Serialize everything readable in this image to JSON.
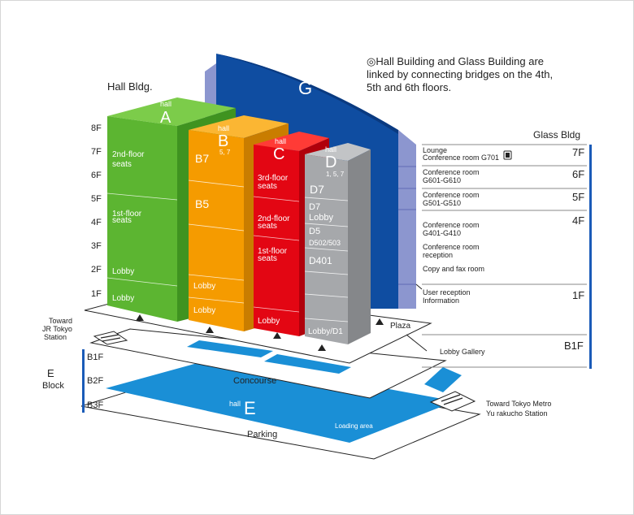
{
  "colors": {
    "hall_a": "#5cb531",
    "hall_b": "#f59b00",
    "hall_c": "#e30613",
    "hall_d": "#a6a8ab",
    "glass_g": "#0f4da1",
    "glass_side": "#8c96cf",
    "walkway": "#1a8fd6",
    "accent_bar": "#1a5bb8"
  },
  "note": {
    "line1": "◎Hall Building and Glass Building are",
    "line2": "linked by connecting bridges on the 4th,",
    "line3": "5th and 6th floors."
  },
  "hall_bldg_label": "Hall Bldg.",
  "floors": [
    "8F",
    "7F",
    "6F",
    "5F",
    "4F",
    "3F",
    "2F",
    "1F"
  ],
  "halls": {
    "a": {
      "small": "hall",
      "letter": "A",
      "seats2": [
        "2nd-floor",
        "seats"
      ],
      "seats1": [
        "1st-floor",
        "seats"
      ],
      "lobby2": "Lobby",
      "lobby1": "Lobby"
    },
    "b": {
      "small": "hall",
      "letter": "B",
      "floors": "5, 7",
      "b7": "B7",
      "b5": "B5",
      "lobby2": "Lobby",
      "lobby1": "Lobby"
    },
    "c": {
      "small": "hall",
      "letter": "C",
      "seats3": [
        "3rd-floor",
        "seats"
      ],
      "seats2": [
        "2nd-floor",
        "seats"
      ],
      "seats1": [
        "1st-floor",
        "seats"
      ],
      "lobby": "Lobby"
    },
    "d": {
      "small": "hall",
      "letter": "D",
      "floors": "1, 5, 7",
      "d7": "D7",
      "d7b": "D7",
      "lobby7": "Lobby",
      "d5": "D5",
      "d502": "D502/503",
      "d401": "D401",
      "lobbyd1": "Lobby/D1"
    }
  },
  "glass_letter": "G",
  "glass_bldg_title": "Glass Bldg",
  "glass_floors": [
    {
      "floor": "7F",
      "lines": [
        "Lounge",
        "Conference room G701"
      ]
    },
    {
      "floor": "6F",
      "lines": [
        "Conference room",
        "G601-G610"
      ]
    },
    {
      "floor": "5F",
      "lines": [
        "Conference room",
        "G501-G510"
      ]
    },
    {
      "floor": "4F",
      "lines": [
        "Conference room",
        "G401-G410",
        "Conference room",
        "reception",
        "Copy and fax room"
      ]
    },
    {
      "floor": "1F",
      "lines": [
        "User reception",
        "Information"
      ]
    },
    {
      "floor": "B1F",
      "lines": [
        "Lobby Gallery"
      ]
    }
  ],
  "plaza": "Plaza",
  "toward_jr": [
    "Toward",
    "JR Tokyo",
    "Station"
  ],
  "toward_metro": [
    "Toward Tokyo Metro",
    "Yu rakucho Station"
  ],
  "e_block": {
    "letter": "E",
    "word": "Block",
    "floors": [
      "B1F",
      "B2F",
      "B3F"
    ]
  },
  "concourse": "Concourse",
  "hall_e": {
    "small": "hall",
    "letter": "E"
  },
  "loading_area": "Loading area",
  "parking": "Parking"
}
